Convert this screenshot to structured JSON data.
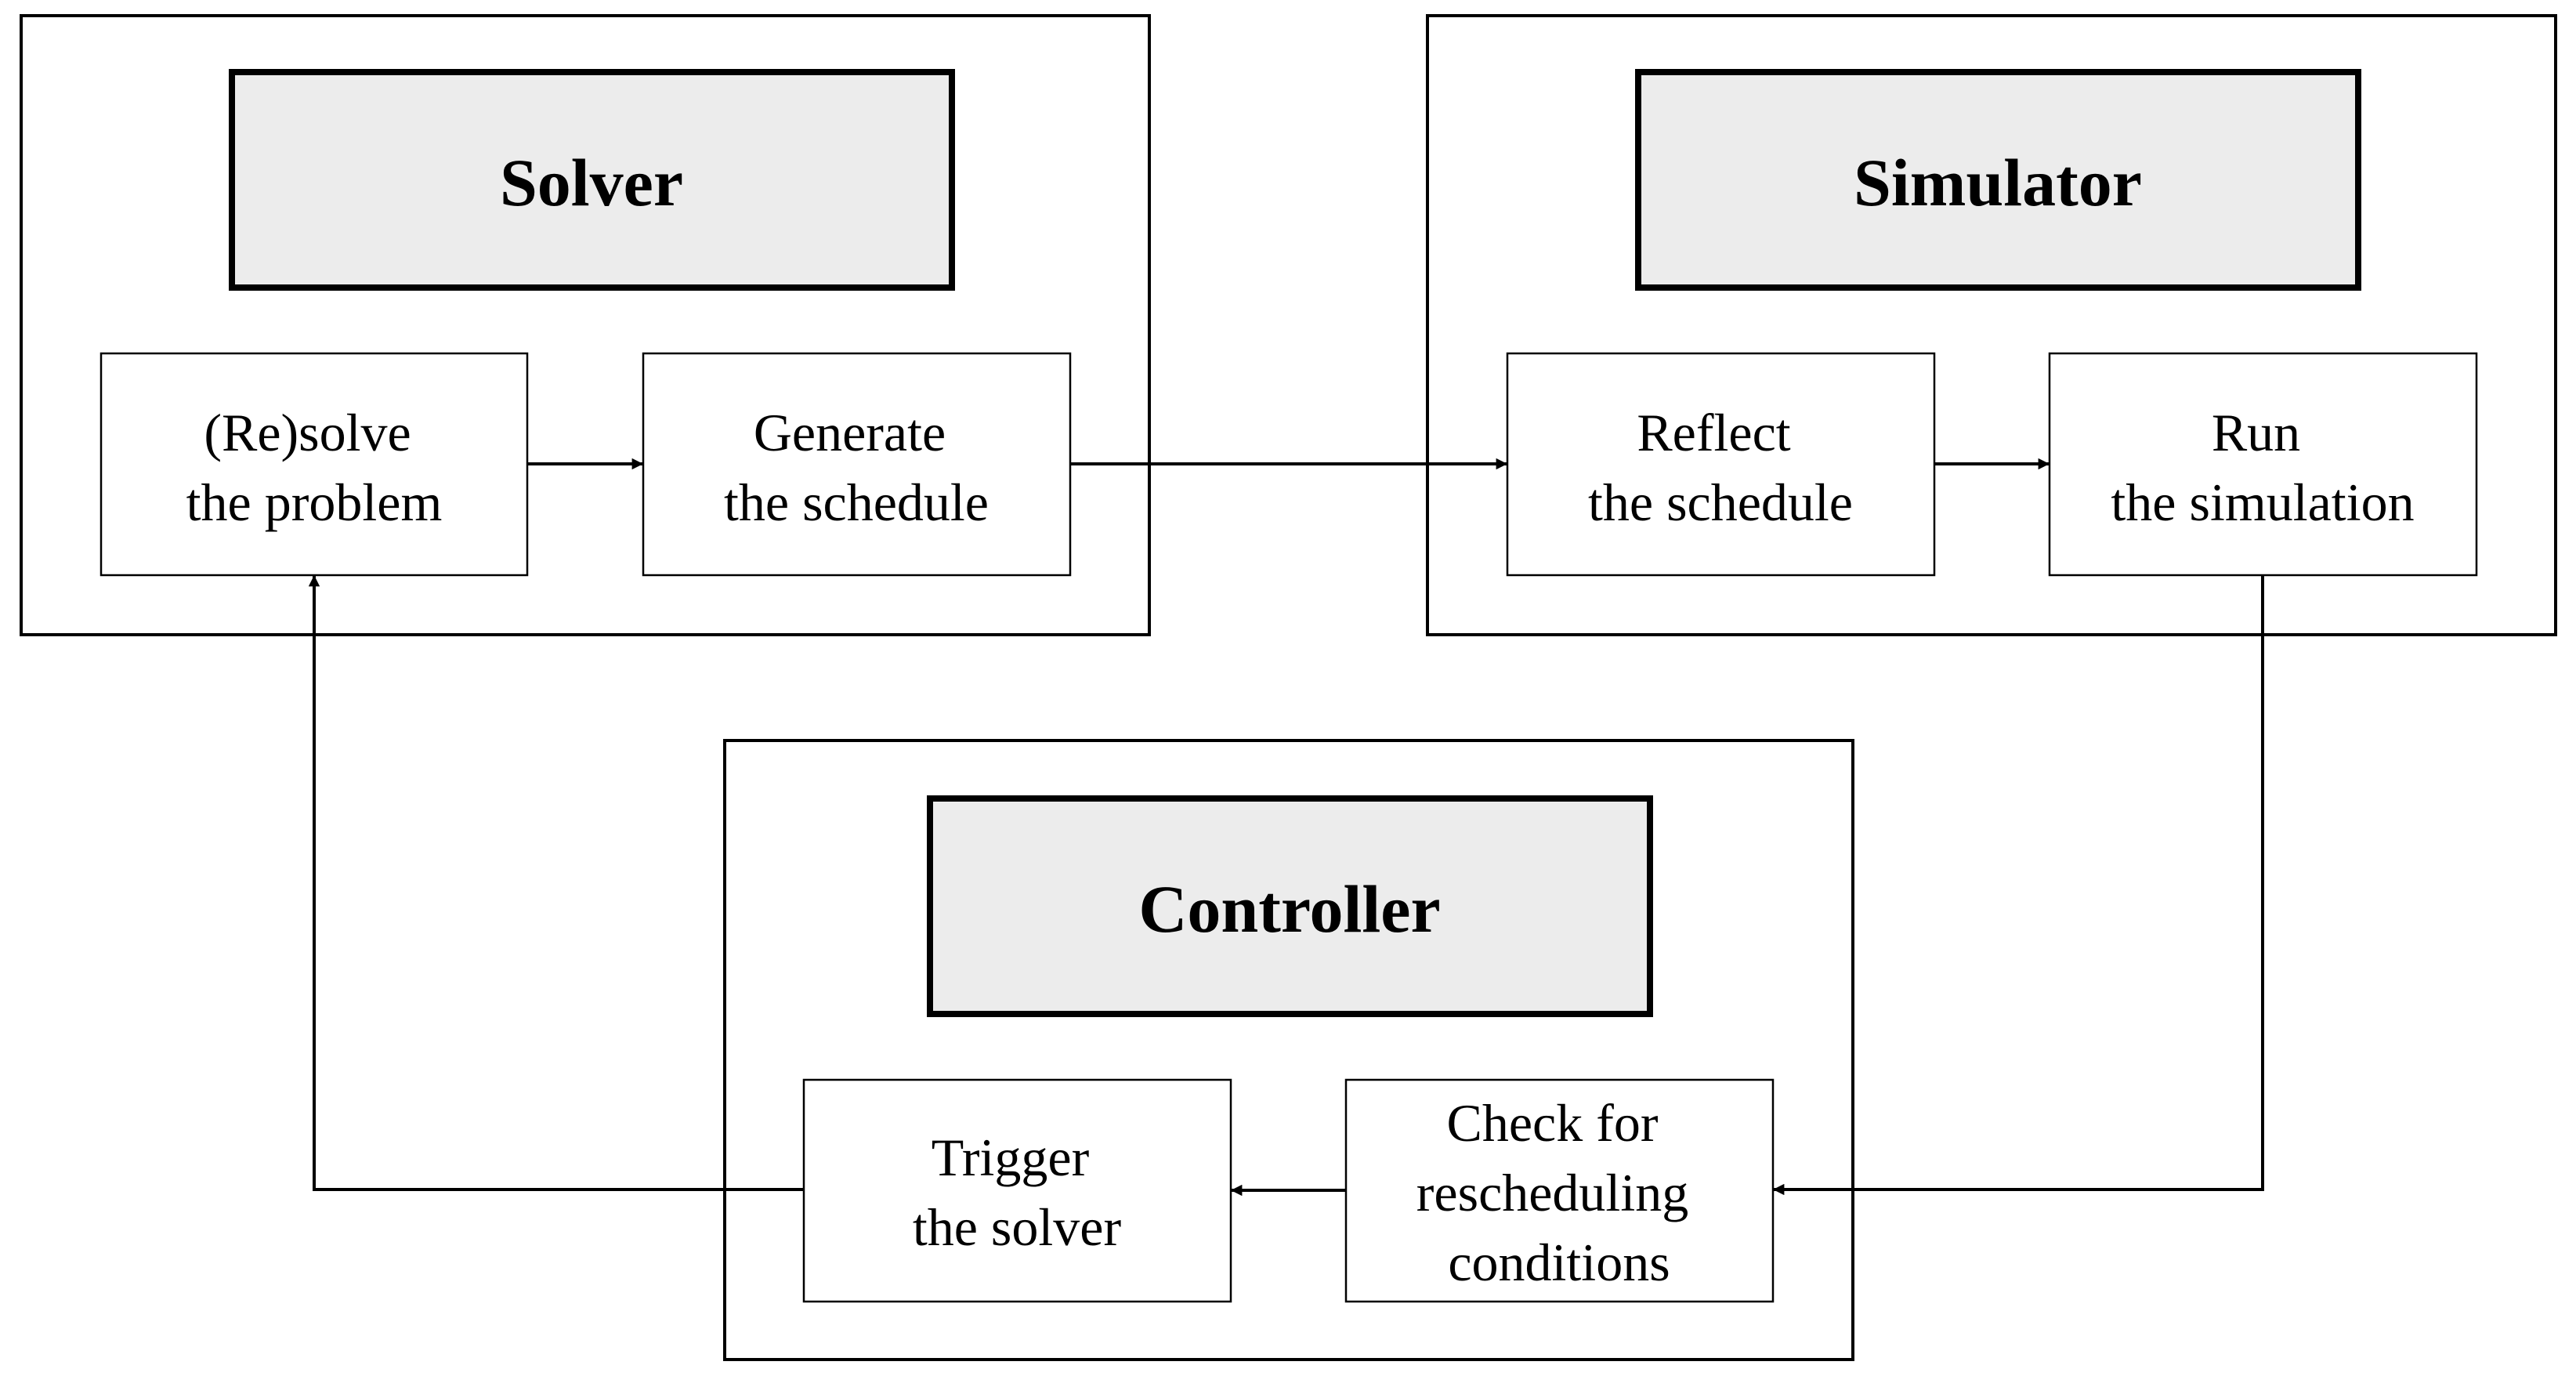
{
  "modules": {
    "solver": {
      "title": "Solver",
      "steps": {
        "resolve": {
          "line1": "(Re)solve",
          "line2": "the problem"
        },
        "generate": {
          "line1": "Generate",
          "line2": "the schedule"
        }
      }
    },
    "simulator": {
      "title": "Simulator",
      "steps": {
        "reflect": {
          "line1": "Reflect",
          "line2": "the schedule"
        },
        "run": {
          "line1": "Run",
          "line2": "the simulation"
        }
      }
    },
    "controller": {
      "title": "Controller",
      "steps": {
        "trigger": {
          "line1": "Trigger",
          "line2": "the solver"
        },
        "check": {
          "line1": "Check for",
          "line2": "rescheduling",
          "line3": "conditions"
        }
      }
    }
  },
  "colors": {
    "header_fill": "#ececec",
    "stroke": "#000000",
    "background": "#ffffff"
  }
}
